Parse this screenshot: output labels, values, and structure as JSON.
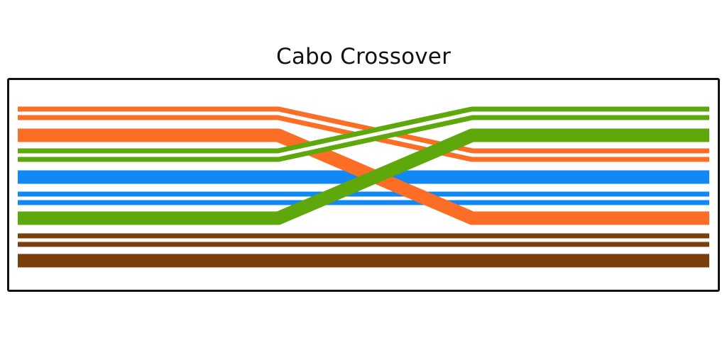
{
  "title": "Cabo Crossover",
  "colors": {
    "orange": "#fc6d26",
    "green": "#5fa80c",
    "blue": "#1288f5",
    "brown": "#7b3f0b",
    "stripe": "#ffffff",
    "frame": "#111111"
  },
  "wires": [
    {
      "name": "white-orange",
      "color": "orange",
      "striped": true,
      "from_pin": 1,
      "to_pin": 3
    },
    {
      "name": "orange",
      "color": "orange",
      "striped": false,
      "from_pin": 2,
      "to_pin": 6
    },
    {
      "name": "white-green",
      "color": "green",
      "striped": true,
      "from_pin": 3,
      "to_pin": 1
    },
    {
      "name": "blue",
      "color": "blue",
      "striped": false,
      "from_pin": 4,
      "to_pin": 4
    },
    {
      "name": "white-blue",
      "color": "blue",
      "striped": true,
      "from_pin": 5,
      "to_pin": 5
    },
    {
      "name": "green",
      "color": "green",
      "striped": false,
      "from_pin": 6,
      "to_pin": 2
    },
    {
      "name": "white-brown",
      "color": "brown",
      "striped": true,
      "from_pin": 7,
      "to_pin": 7
    },
    {
      "name": "brown",
      "color": "brown",
      "striped": false,
      "from_pin": 8,
      "to_pin": 8
    }
  ]
}
